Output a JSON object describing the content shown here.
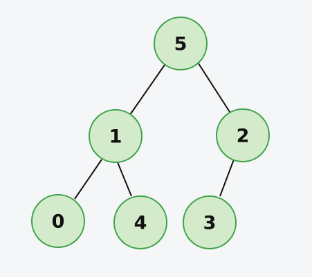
{
  "diagram": {
    "type": "binary-tree",
    "colors": {
      "background": "#f5f6f8",
      "node_fill": "#d4ebcb",
      "node_stroke": "#3ea34a",
      "edge": "#111111",
      "text": "#111111"
    },
    "nodes": [
      {
        "id": "n5",
        "label": "5"
      },
      {
        "id": "n1",
        "label": "1"
      },
      {
        "id": "n2",
        "label": "2"
      },
      {
        "id": "n0",
        "label": "0"
      },
      {
        "id": "n4",
        "label": "4"
      },
      {
        "id": "n3",
        "label": "3"
      }
    ],
    "edges": [
      {
        "from": "n5",
        "to": "n1"
      },
      {
        "from": "n5",
        "to": "n2"
      },
      {
        "from": "n1",
        "to": "n0"
      },
      {
        "from": "n1",
        "to": "n4"
      },
      {
        "from": "n2",
        "to": "n3"
      }
    ]
  }
}
